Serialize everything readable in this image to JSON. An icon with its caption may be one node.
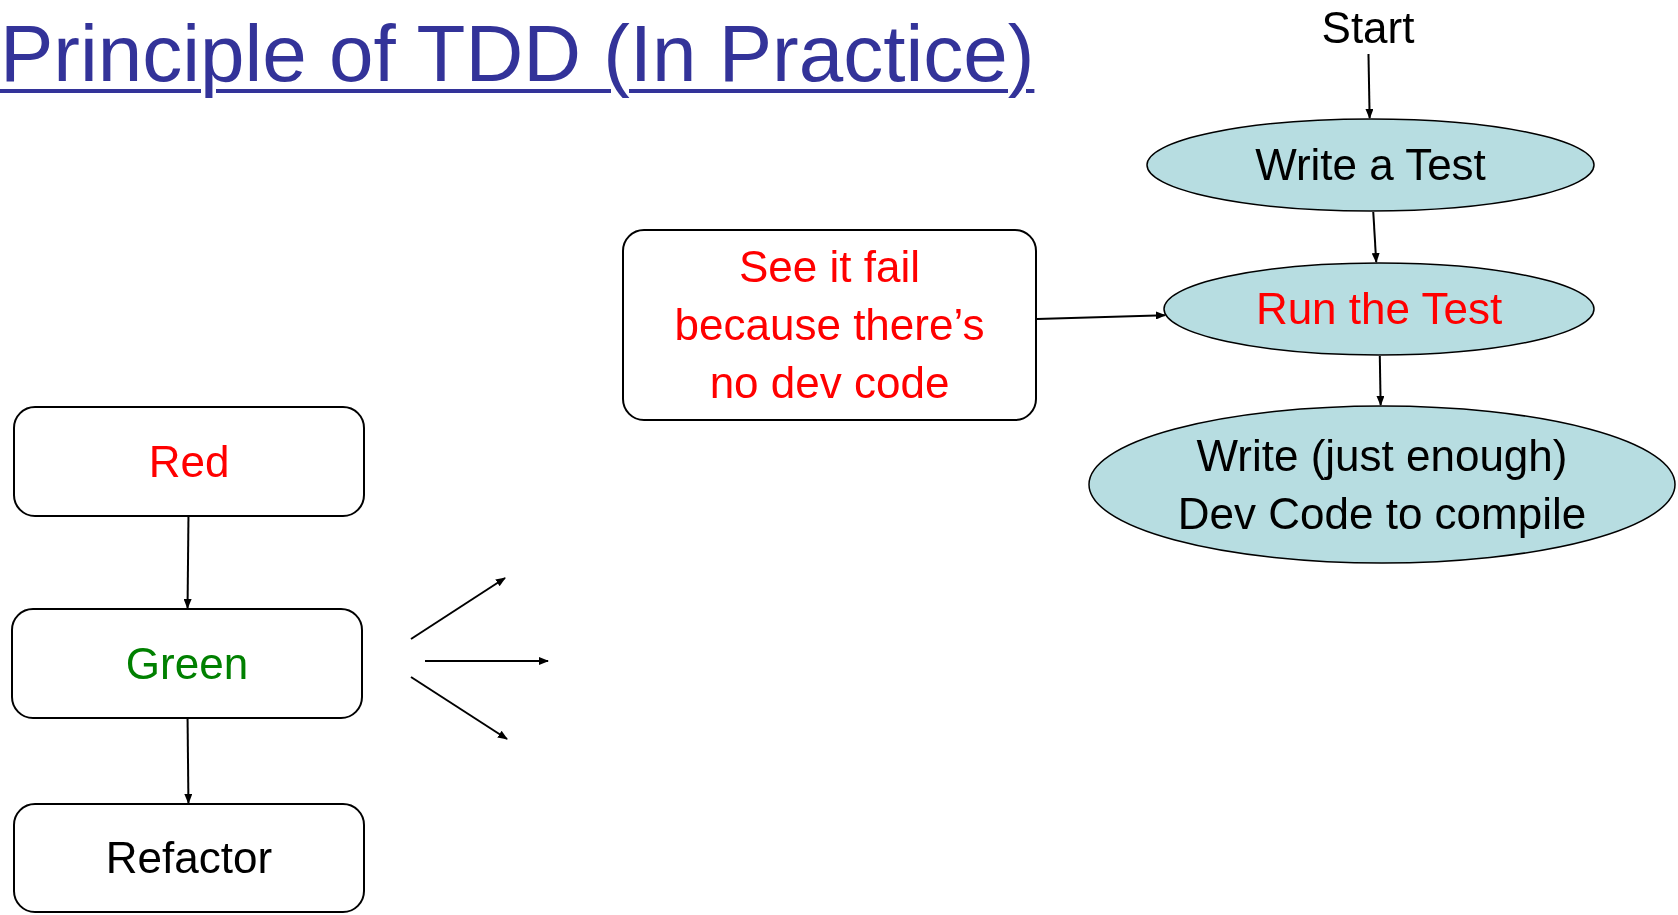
{
  "diagram": {
    "title": "Principle of TDD (In Practice)",
    "nodes": [
      {
        "text": [
          "Start"
        ]
      },
      {
        "text": [
          "Write a Test"
        ]
      },
      {
        "text": [
          "Run the Test"
        ]
      },
      {
        "text": [
          "Write (just enough) Dev Code to compile"
        ]
      },
      {
        "text": [
          "See it fail because there’s no dev code"
        ]
      },
      {
        "text": [
          "Red"
        ]
      },
      {
        "text": [
          "Green"
        ]
      },
      {
        "text": [
          "Refactor"
        ]
      }
    ],
    "edges": [
      {
        "from": 0,
        "to": 1,
        "arrow": "to"
      },
      {
        "from": 1,
        "to": 2,
        "arrow": "to"
      },
      {
        "from": 2,
        "to": 3,
        "arrow": "to"
      },
      {
        "from": 4,
        "to": 2,
        "arrow": "to"
      },
      {
        "from": 5,
        "to": 6,
        "arrow": "to"
      },
      {
        "from": 6,
        "to": 7,
        "arrow": "to"
      }
    ]
  }
}
